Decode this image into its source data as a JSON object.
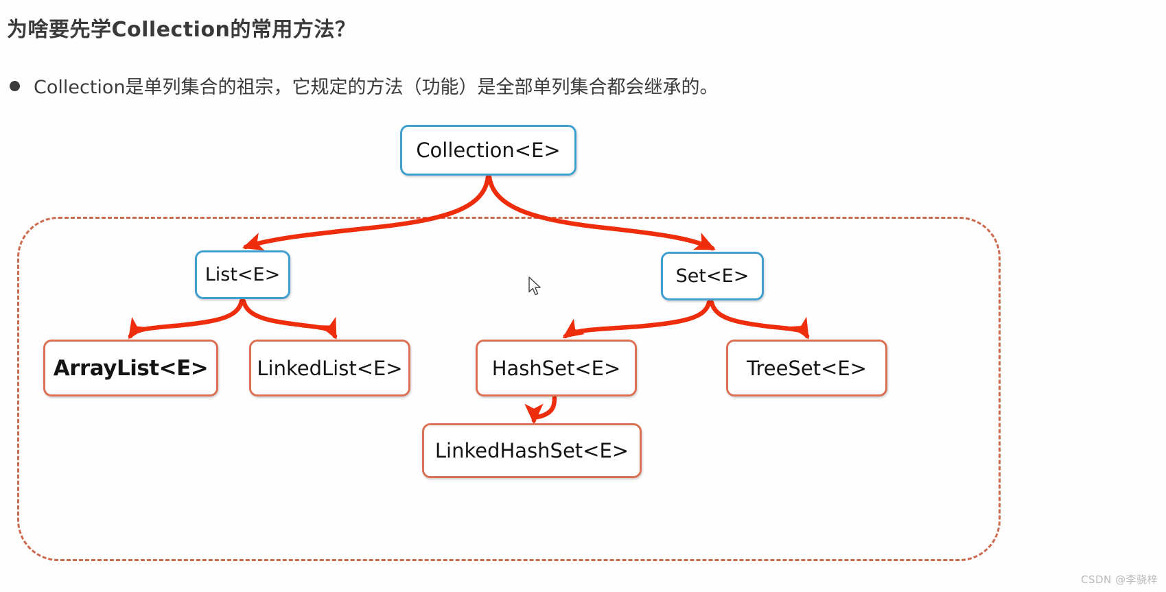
{
  "heading": "为啥要先学Collection的常用方法？",
  "bullet": {
    "marker": "bullet-dot",
    "text": "Collection是单列集合的祖宗，它规定的方法（功能）是全部单列集合都会继承的。"
  },
  "colors": {
    "interface_border": "#3f9fd0",
    "class_border": "#dc7055",
    "arrow": "#ee2d0c",
    "region_border": "#cb6a4e",
    "text": "#141414",
    "heading_text": "#3a3a3a",
    "watermark_text": "#b9b9b9"
  },
  "diagram": {
    "type": "class-hierarchy",
    "nodes": [
      {
        "id": "collection",
        "label": "Collection<E>",
        "kind": "interface"
      },
      {
        "id": "list",
        "label": "List<E>",
        "kind": "interface"
      },
      {
        "id": "set",
        "label": "Set<E>",
        "kind": "interface"
      },
      {
        "id": "arraylist",
        "label": "ArrayList<E>",
        "kind": "class"
      },
      {
        "id": "linkedlist",
        "label": "LinkedList<E>",
        "kind": "class"
      },
      {
        "id": "hashset",
        "label": "HashSet<E>",
        "kind": "class"
      },
      {
        "id": "treeset",
        "label": "TreeSet<E>",
        "kind": "class"
      },
      {
        "id": "linkedhashset",
        "label": "LinkedHashSet<E>",
        "kind": "class"
      }
    ],
    "edges": [
      {
        "from": "collection",
        "to": "list"
      },
      {
        "from": "collection",
        "to": "set"
      },
      {
        "from": "list",
        "to": "arraylist"
      },
      {
        "from": "list",
        "to": "linkedlist"
      },
      {
        "from": "set",
        "to": "hashset"
      },
      {
        "from": "set",
        "to": "treeset"
      },
      {
        "from": "hashset",
        "to": "linkedhashset"
      }
    ],
    "group_region_label": ""
  },
  "watermark": "CSDN @李骁梓"
}
